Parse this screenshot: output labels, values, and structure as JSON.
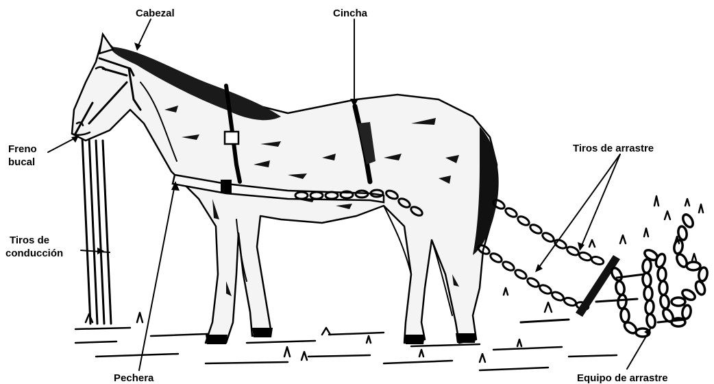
{
  "labels": {
    "cabezal": "Cabezal",
    "cincha": "Cincha",
    "freno_line1": "Freno",
    "freno_line2": "bucal",
    "tiros_arrastre": "Tiros de arrastre",
    "tiros_conduccion_line1": "Tiros de",
    "tiros_conduccion_line2": "conducción",
    "pechera": "Pechera",
    "equipo_arrastre": "Equipo de arrastre"
  }
}
